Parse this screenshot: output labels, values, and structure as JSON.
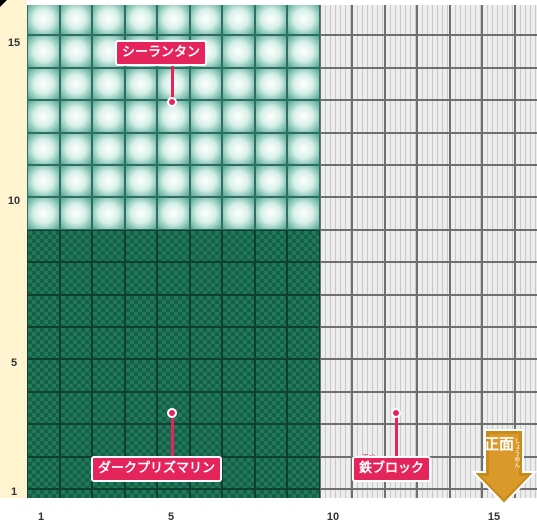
{
  "map": {
    "x_ticks": [
      "1",
      "5",
      "10",
      "15"
    ],
    "y_ticks": [
      "15",
      "10",
      "5",
      "1"
    ]
  },
  "blocks": {
    "sea_lantern": "シーランタン",
    "dark_prismarine": "ダークプリズマリン",
    "iron_block": "鉄ブロック",
    "iron_block_ruby": "てつ"
  },
  "front": {
    "label": "正面",
    "ruby": "しょうめん"
  },
  "colors": {
    "label_bg": "#e6245c",
    "dark_prismarine": "#1f7a5c",
    "sea_lantern": "#d6f0e8",
    "iron": "#ededed",
    "front_arrow": "#c98a1c"
  }
}
